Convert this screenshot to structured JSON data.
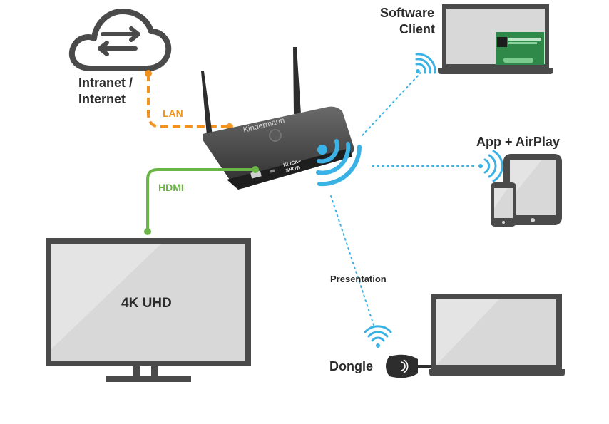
{
  "nodes": {
    "cloud_line1": "Intranet /",
    "cloud_line2": "Internet",
    "software_client_line1": "Software",
    "software_client_line2": "Client",
    "app_airplay": "App + AirPlay",
    "tv": "4K UHD",
    "dongle": "Dongle"
  },
  "device": {
    "brand": "Kindermann",
    "model_line1": "KLICK+",
    "model_line2": "SHOW"
  },
  "connections": {
    "lan": "LAN",
    "hdmi": "HDMI",
    "presentation": "Presentation"
  },
  "colors": {
    "lan": "#f2921f",
    "hdmi": "#6bb547",
    "wifi": "#3bb2e6",
    "device_body": "#3a3a3a",
    "outline": "#4a4a4a",
    "screen": "#d8d8d8"
  }
}
